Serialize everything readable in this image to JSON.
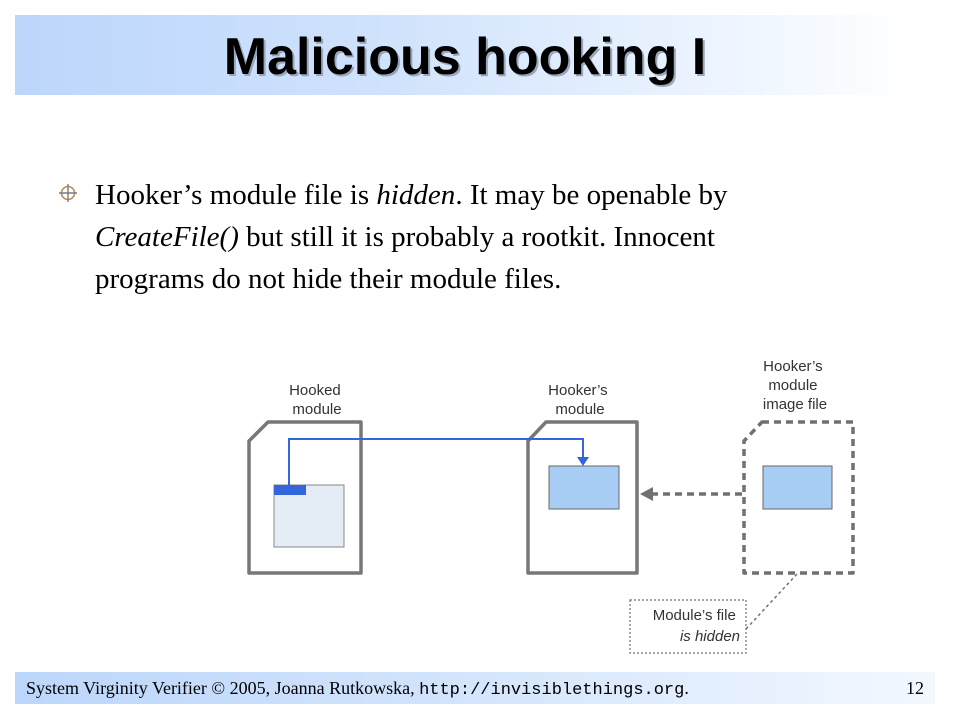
{
  "slide": {
    "title": "Malicious hooking I",
    "bullet": {
      "part1": "Hooker’s module file is ",
      "italic1": "hidden",
      "part2": ". It may be openable by ",
      "italic2": "CreateFile()",
      "part3": " but still it is probably a rootkit. Innocent programs do not hide their module files."
    }
  },
  "diagram": {
    "labels": {
      "hooked_module": [
        "Hooked",
        "module"
      ],
      "hookers_module": [
        "Hooker’s",
        "module"
      ],
      "image_file": [
        "Hooker’s",
        "module",
        "image file"
      ]
    },
    "callout": {
      "line1": "Module’s  file",
      "line2": "is hidden"
    },
    "colors": {
      "hook_arrow": "#3366dd",
      "module_fill": "#a8cdf5",
      "hooked_region_fill": "#e4ecf6",
      "dashed_border": "#707070"
    }
  },
  "footer": {
    "text": "System Virginity Verifier © 2005, Joanna Rutkowska, ",
    "url": "http://invisiblethings.org",
    "suffix": ".",
    "page": "12"
  }
}
